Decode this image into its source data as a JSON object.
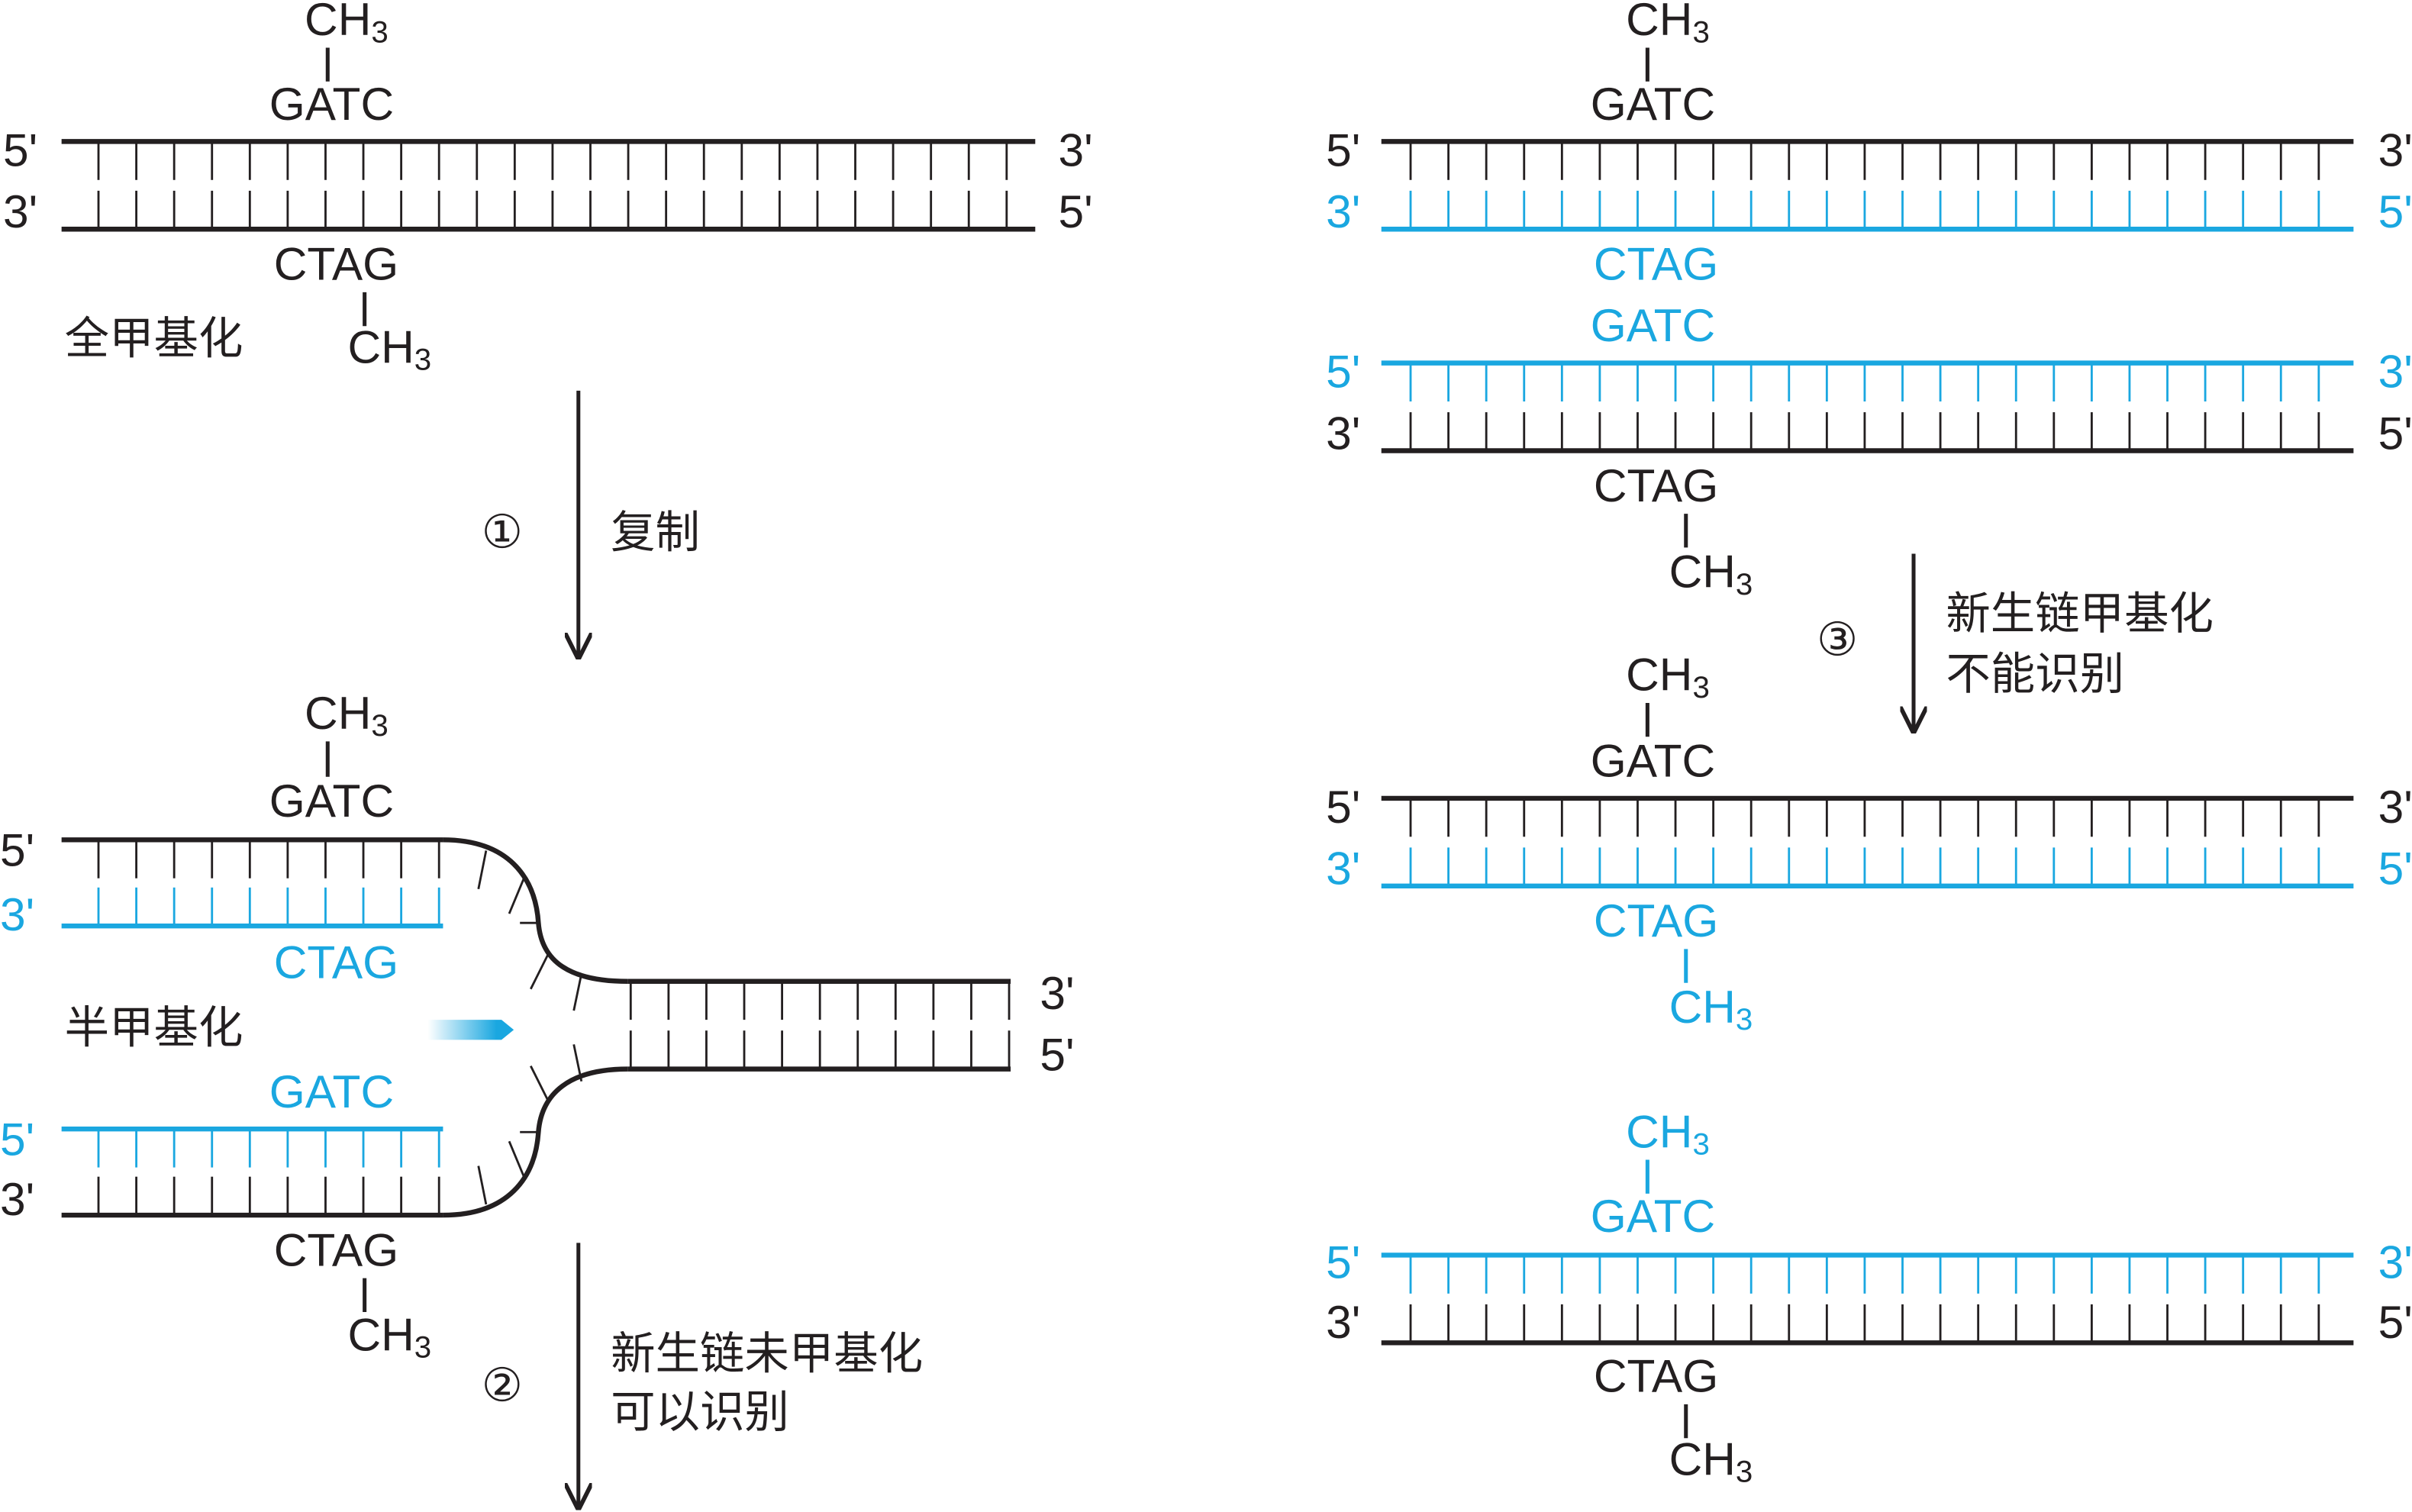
{
  "colors": {
    "black": "#231f20",
    "blue": "#1aa7e0"
  },
  "methyl": {
    "main": "CH",
    "sub": "3"
  },
  "site_top": "GATC",
  "site_bottom": "CTAG",
  "ends": {
    "five": "5'",
    "three": "3'"
  },
  "labels": {
    "fully_methylated": "全甲基化",
    "hemi_methylated": "半甲基化",
    "step1_num": "①",
    "step1_text": "复制",
    "step2_num": "②",
    "step2_line1": "新生链未甲基化",
    "step2_line2": "可以识别",
    "step3_num": "③",
    "step3_line1": "新生链甲基化",
    "step3_line2": "不能识别"
  }
}
